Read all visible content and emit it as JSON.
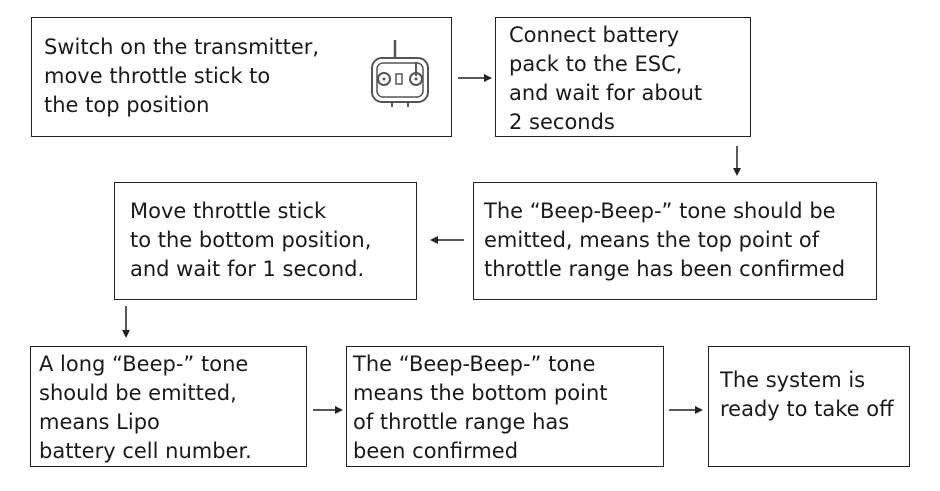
{
  "diagram": {
    "steps": [
      {
        "id": "switch-on",
        "text": "Switch on the transmitter,\nmove throttle stick to\nthe top position"
      },
      {
        "id": "connect-battery",
        "text": "Connect battery\npack to the ESC,\nand wait for about\n2 seconds"
      },
      {
        "id": "top-confirmed",
        "text": "The “Beep-Beep-” tone should be\nemitted, means the top point of\nthrottle range has been confirmed"
      },
      {
        "id": "move-bottom",
        "text": "Move throttle stick\nto the bottom position,\nand wait for 1 second."
      },
      {
        "id": "long-beep",
        "text": "A long “Beep-” tone\nshould be emitted,\nmeans Lipo\nbattery cell number."
      },
      {
        "id": "bottom-confirmed",
        "text": "The “Beep-Beep-” tone\nmeans the bottom point\nof throttle range has\nbeen confirmed"
      },
      {
        "id": "ready",
        "text": "The system is\nready to take off"
      }
    ],
    "icons": {
      "transmitter": "transmitter-icon"
    },
    "colors": {
      "stroke": "#222222",
      "text": "#1a1a1a",
      "icon": "#555555"
    }
  }
}
